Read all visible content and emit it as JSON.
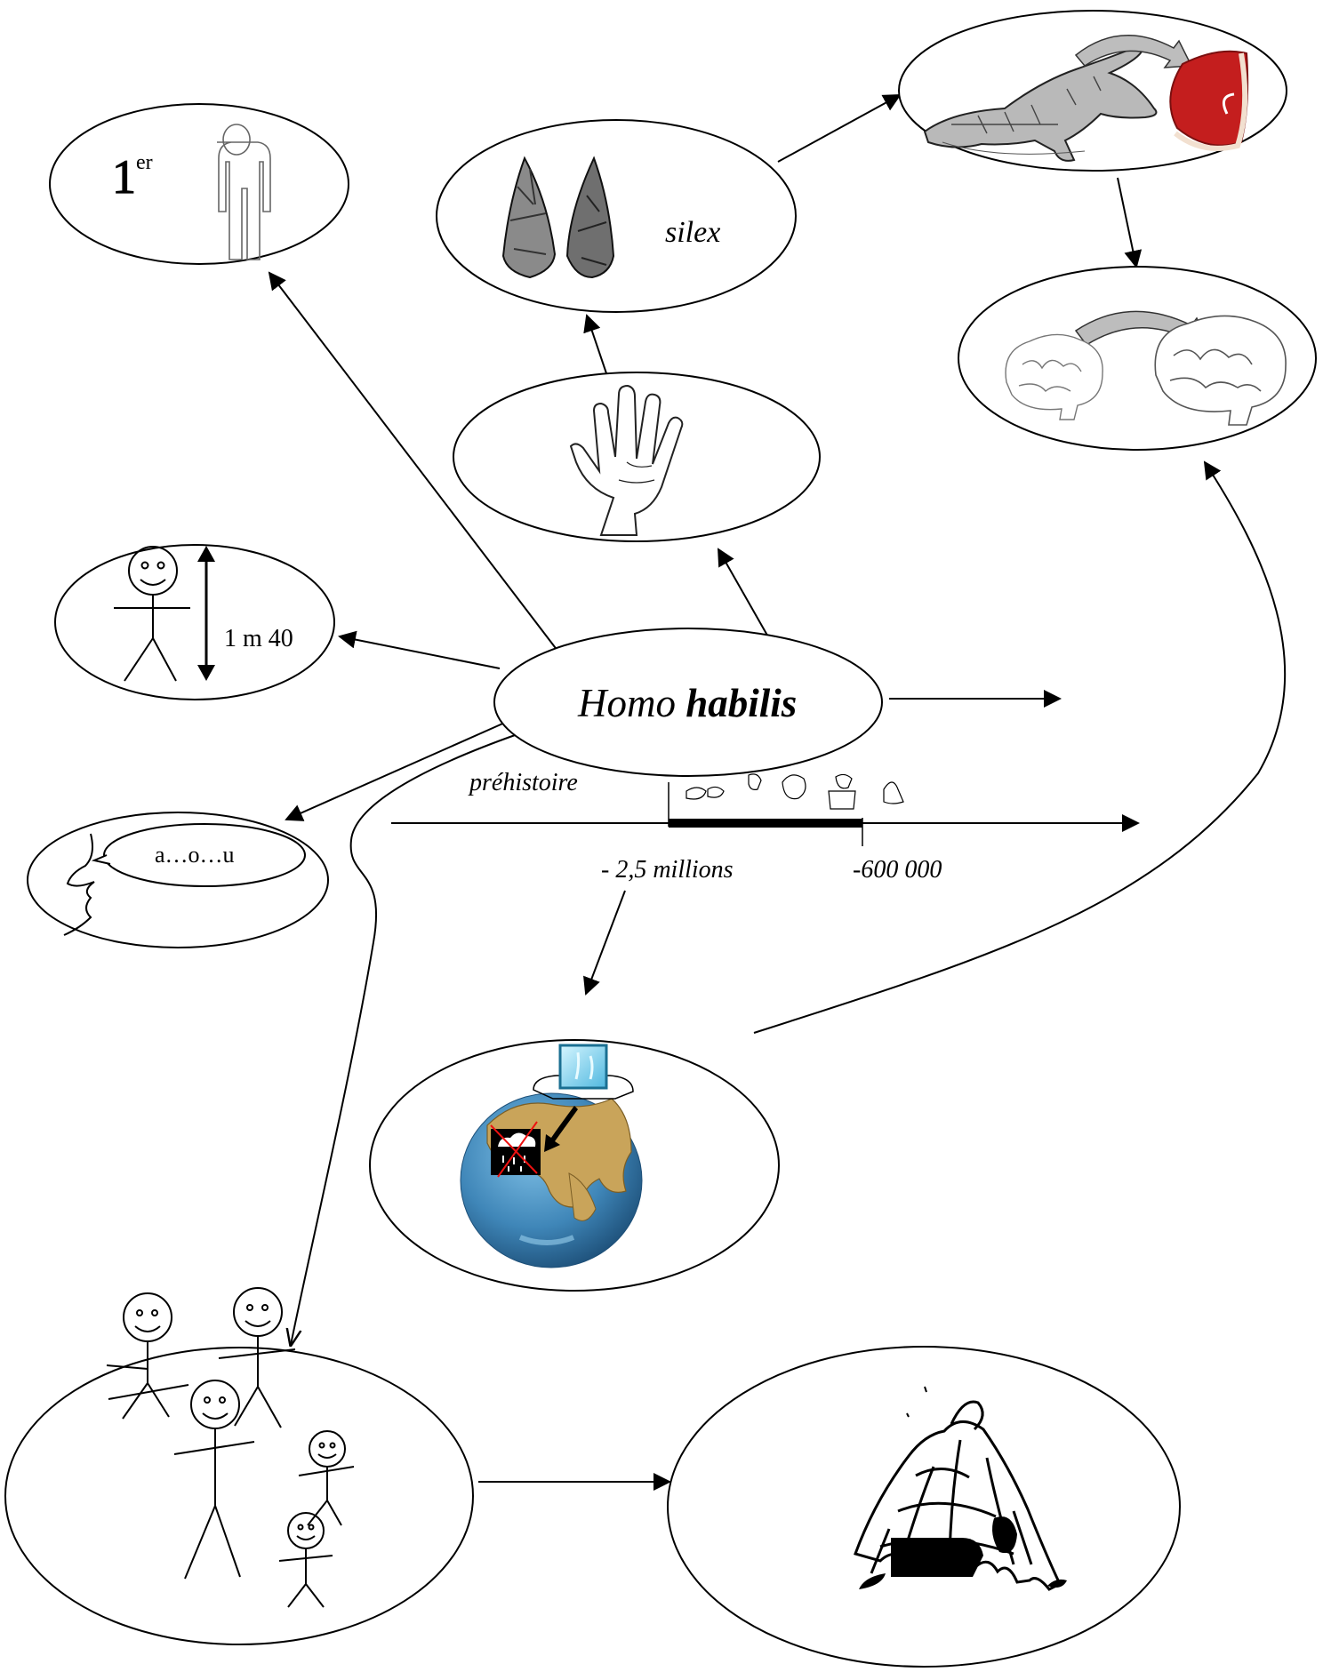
{
  "center": {
    "prefix": "Homo",
    "bold": "habilis"
  },
  "labels": {
    "first_base": "1",
    "first_sup": "er",
    "silex": "silex",
    "height": "1 m 40",
    "speech": "a…o…u",
    "prehistoire": "préhistoire",
    "date_start": "- 2,5 millions",
    "date_end": "-600 000"
  },
  "icons": [
    "human-outline-icon",
    "flint-tools-icon",
    "crocodile-icon",
    "meat-icon",
    "brain-small-icon",
    "brain-large-icon",
    "hand-icon",
    "stick-figure-icon",
    "face-profile-icon",
    "globe-icon",
    "ice-cube-icon",
    "no-rain-icon",
    "group-of-people-icon",
    "hut-icon"
  ],
  "colors": {
    "ink": "#000000",
    "meat_red": "#c41e1e",
    "globe_blue": "#3f86b8",
    "land_tan": "#c9a45a",
    "ice_blue": "#7fd3ee",
    "gray_arrow": "#bdbdbd"
  }
}
